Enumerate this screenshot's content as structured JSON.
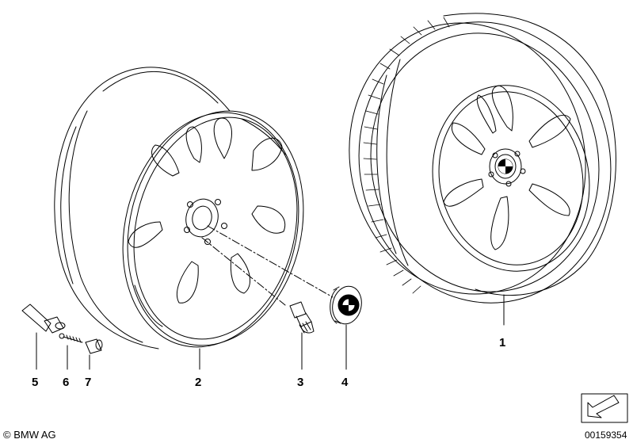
{
  "callouts": {
    "c1": "1",
    "c2": "2",
    "c3": "3",
    "c4": "4",
    "c5": "5",
    "c6": "6",
    "c7": "7"
  },
  "footer": {
    "copyright": "© BMW AG",
    "diagram_number": "00159354"
  },
  "colors": {
    "line": "#000000",
    "background": "#ffffff"
  }
}
